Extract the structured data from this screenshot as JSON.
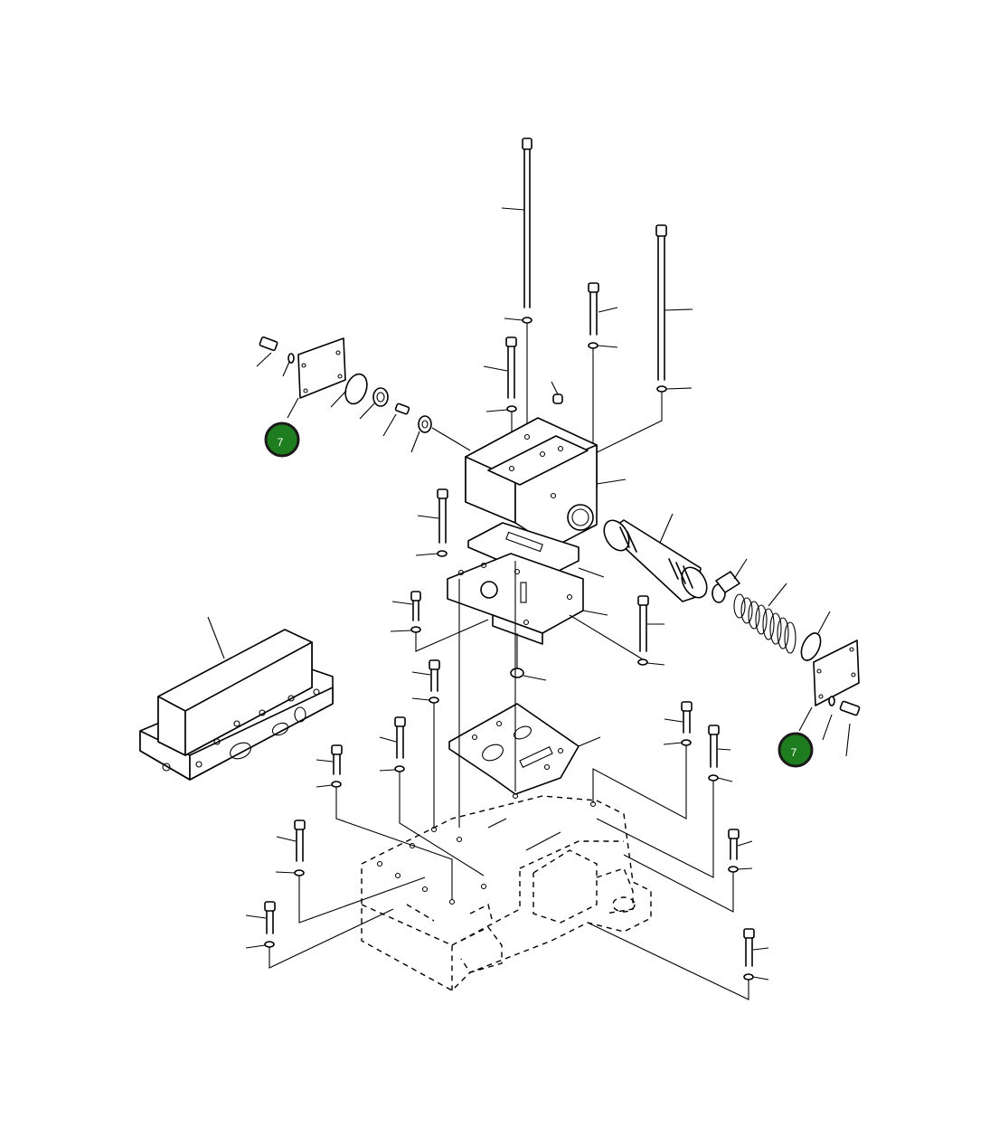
{
  "diagram": {
    "colors": {
      "line": "#000000",
      "background": "#ffffff",
      "callout_fill": "#1e7d1e",
      "callout_text": "#ffffff"
    },
    "callouts": [
      {
        "id": "callout-left",
        "label": "7"
      },
      {
        "id": "callout-right",
        "label": "7"
      }
    ]
  }
}
